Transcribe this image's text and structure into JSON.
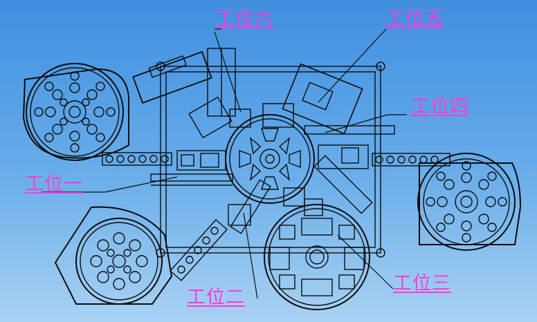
{
  "labels": {
    "station_1": "工位一",
    "station_2": "工位二",
    "station_3": "工位三",
    "station_4": "工位四",
    "station_5": "工位五",
    "station_6": "工位六"
  },
  "colors": {
    "background_top": "#3f8ee0",
    "background_bottom": "#a9d2f3",
    "label": "#ff3bd7",
    "line": "#0b0b0b"
  }
}
